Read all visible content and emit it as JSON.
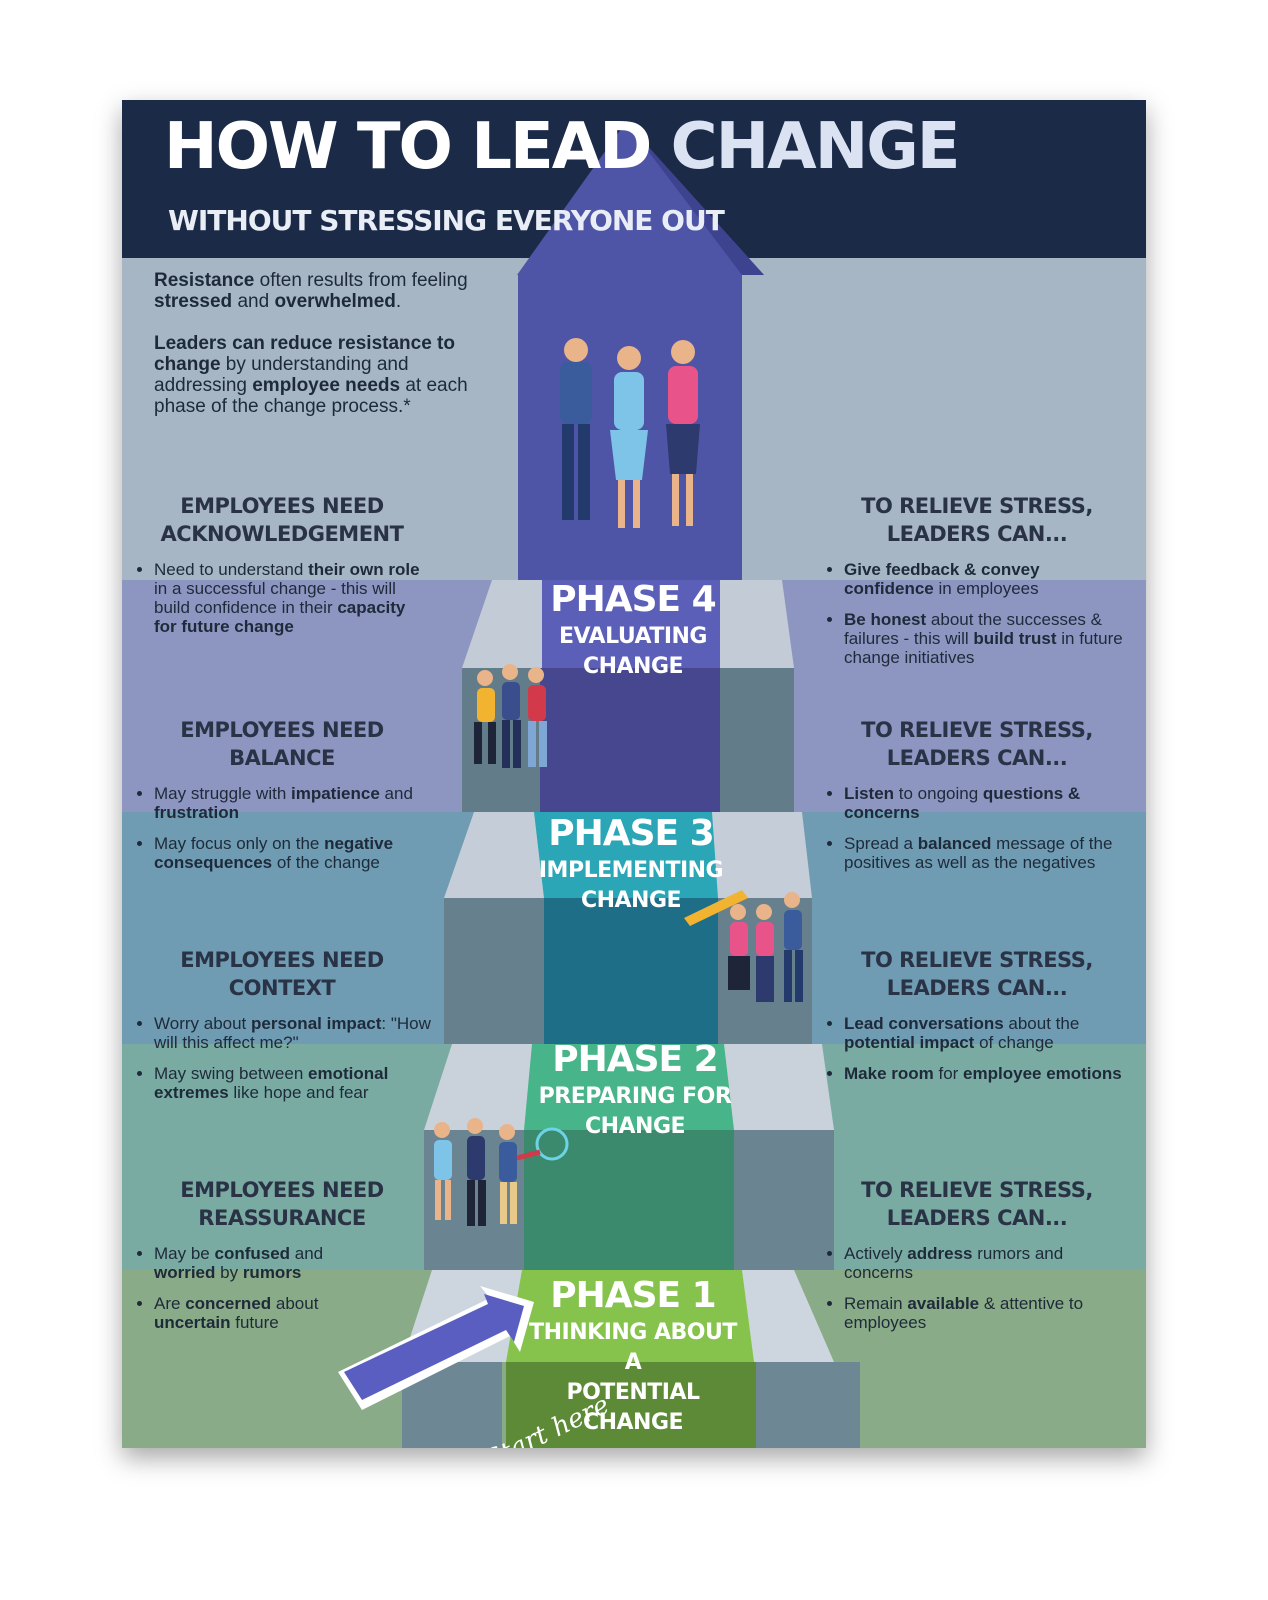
{
  "title": {
    "main": "HOW TO LEAD",
    "highlight": "CHANGE"
  },
  "subtitle": "WITHOUT STRESSING EVERYONE OUT",
  "intro": {
    "p1": [
      "Resistance",
      " often results from feeling ",
      "stressed",
      " and ",
      "overwhelmed",
      "."
    ],
    "p2": [
      "Leaders can reduce resistance to change",
      " by understanding and addressing ",
      "employee needs",
      " at each phase of the change process.*"
    ]
  },
  "phases": [
    {
      "number": "PHASE 4",
      "name": [
        "EVALUATING",
        "CHANGE"
      ],
      "needs_heading": [
        "EMPLOYEES NEED",
        "ACKNOWLEDGEMENT"
      ],
      "needs": [
        [
          "Need to understand ",
          "their own role",
          " in a successful change - this will build confidence in their ",
          "capacity for future change"
        ]
      ],
      "leaders_heading": [
        "TO RELIEVE STRESS,",
        "LEADERS CAN..."
      ],
      "leaders": [
        [
          "Give feedback & convey confidence",
          " in employees"
        ],
        [
          "Be honest",
          " about the successes & failures - this will ",
          "build trust",
          " in future change initiatives"
        ]
      ]
    },
    {
      "number": "PHASE 3",
      "name": [
        "IMPLEMENTING",
        "CHANGE"
      ],
      "needs_heading": [
        "EMPLOYEES NEED",
        "BALANCE"
      ],
      "needs": [
        [
          "May struggle with ",
          "impatience",
          " and ",
          "frustration"
        ],
        [
          "May focus only on the ",
          "negative consequences",
          " of the change"
        ]
      ],
      "leaders_heading": [
        "TO RELIEVE STRESS,",
        "LEADERS CAN..."
      ],
      "leaders": [
        [
          "Listen",
          " to ongoing ",
          "questions & concerns"
        ],
        [
          "Spread a ",
          "balanced",
          " message of the positives as well as the negatives"
        ]
      ]
    },
    {
      "number": "PHASE 2",
      "name": [
        "PREPARING FOR",
        "CHANGE"
      ],
      "needs_heading": [
        "EMPLOYEES NEED",
        "CONTEXT"
      ],
      "needs": [
        [
          "Worry about ",
          "personal impact",
          ": \"How will this affect me?\""
        ],
        [
          "May swing between ",
          "emotional extremes",
          " like hope and fear"
        ]
      ],
      "leaders_heading": [
        "TO RELIEVE STRESS,",
        "LEADERS CAN..."
      ],
      "leaders": [
        [
          "Lead conversations",
          " about the ",
          "potential impact",
          " of change"
        ],
        [
          "Make room",
          " for ",
          "employee emotions"
        ]
      ]
    },
    {
      "number": "PHASE 1",
      "name": [
        "THINKING ABOUT A",
        "POTENTIAL CHANGE"
      ],
      "needs_heading": [
        "EMPLOYEES NEED",
        "REASSURANCE"
      ],
      "needs": [
        [
          "May be ",
          "confused",
          " and ",
          "worried",
          " by ",
          "rumors"
        ],
        [
          "Are ",
          "concerned",
          " about ",
          "uncertain",
          " future"
        ]
      ],
      "leaders_heading": [
        "TO RELIEVE STRESS,",
        "LEADERS CAN..."
      ],
      "leaders": [
        [
          "Actively ",
          "address",
          " rumors and concerns"
        ],
        [
          "Remain ",
          "available",
          " & attentive to employees"
        ]
      ]
    }
  ],
  "start_label": "Start here",
  "colors": {
    "header": "#1b2a47",
    "phase4": "#46478f",
    "phase3": "#1f6e88",
    "phase2": "#3c8a6e",
    "phase1": "#5d8a36",
    "arrow": "#4f55a6"
  },
  "illustrations": [
    "group-of-three-people",
    "group-cheering",
    "group-with-pencil",
    "group-with-magnifier"
  ]
}
